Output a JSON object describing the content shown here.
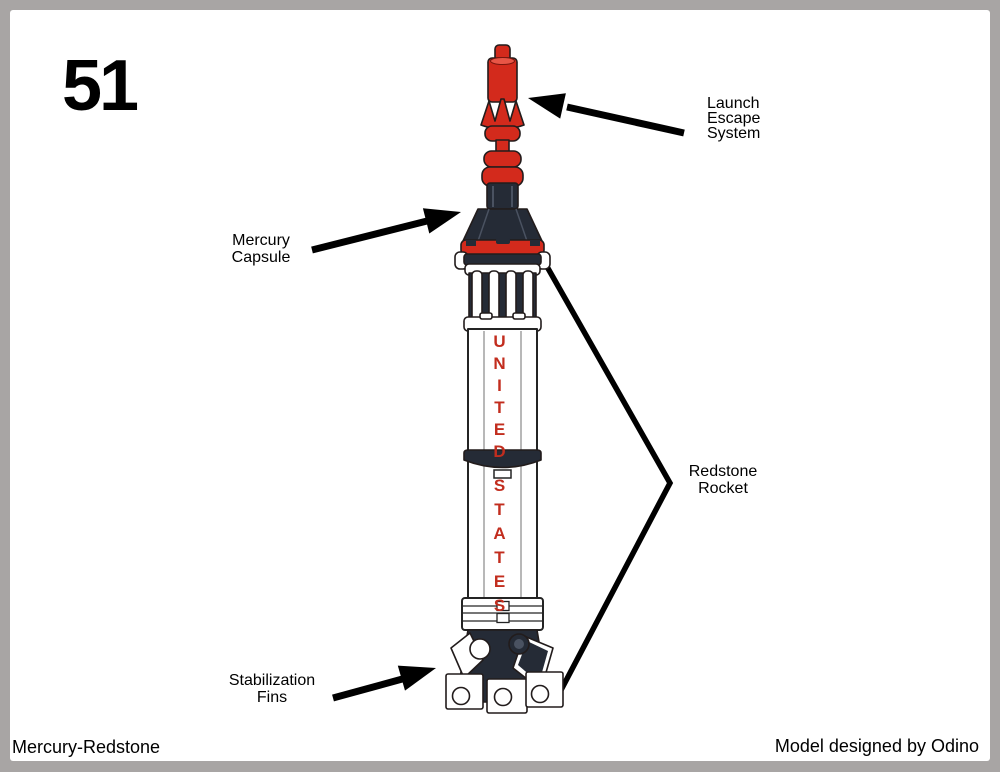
{
  "page": {
    "number": "51",
    "footer_left": "Mercury-Redstone",
    "footer_right": "Model designed by Odino"
  },
  "labels": {
    "launch_escape_system": "Launch\nEscape\nSystem",
    "mercury_capsule": "Mercury\nCapsule",
    "redstone_rocket": "Redstone\nRocket",
    "stabilization_fins": "Stabilization\nFins"
  },
  "rocket": {
    "body_text_line1": "UNITED",
    "body_text_line2": "STATES"
  },
  "colors": {
    "accent_red": "#d32a1c",
    "letter_red": "#c22d1e",
    "capsule_dark": "#252b36",
    "frame_gray": "#a8a5a4",
    "text_black": "#111111"
  }
}
